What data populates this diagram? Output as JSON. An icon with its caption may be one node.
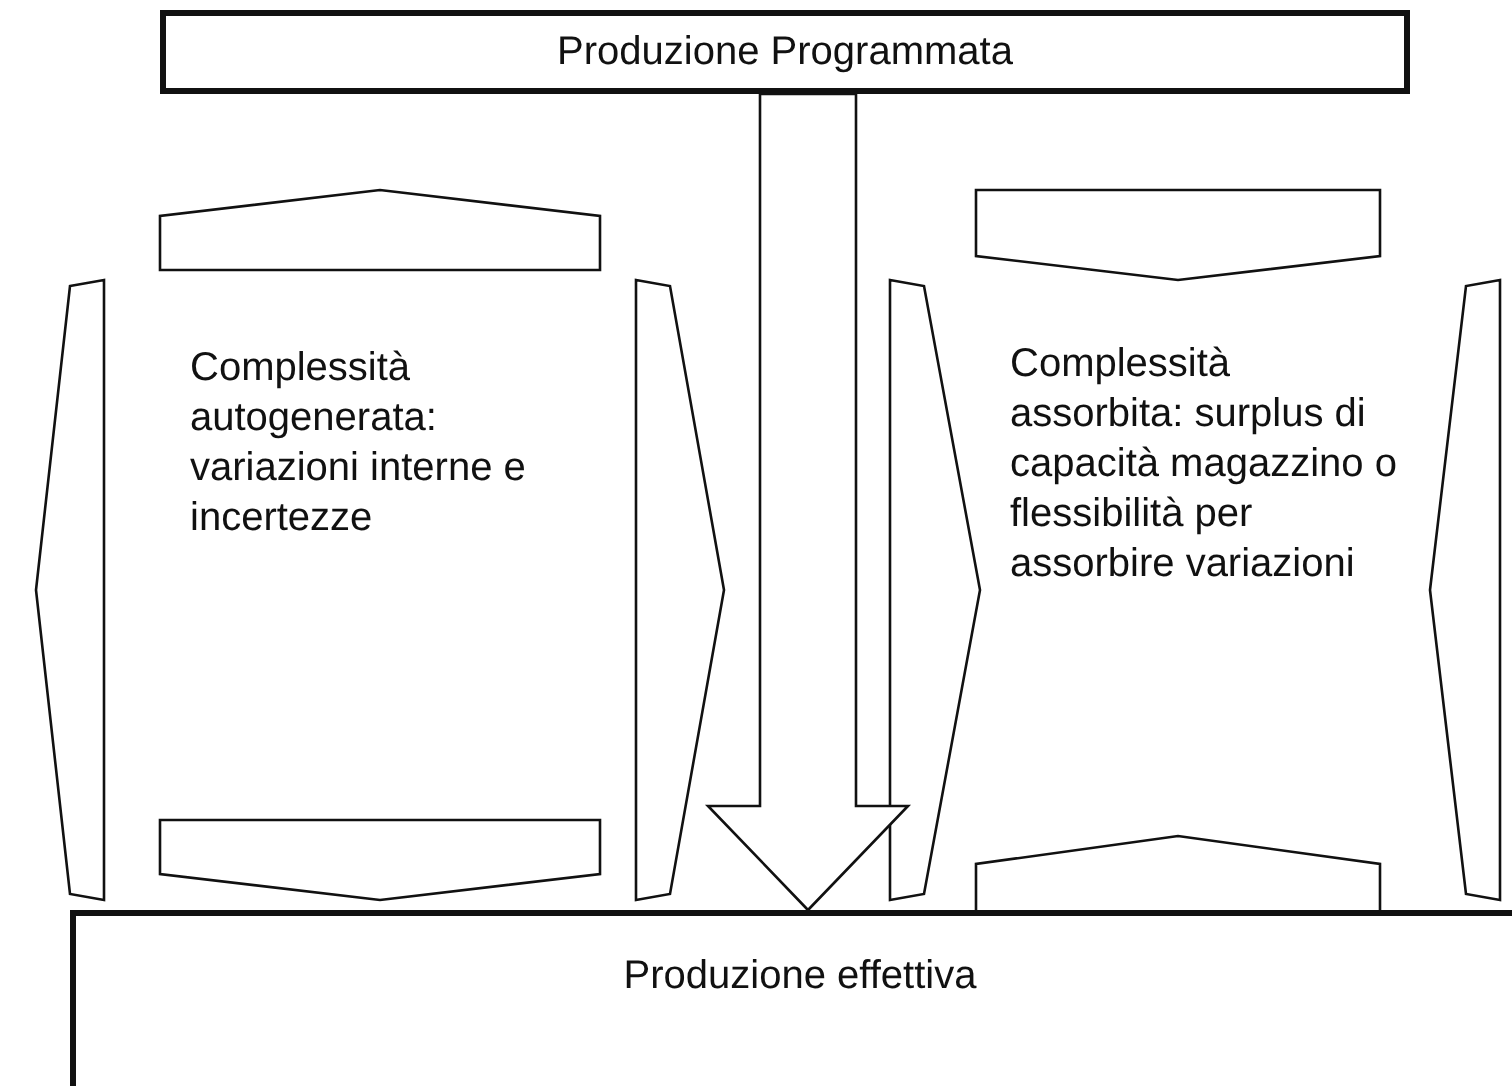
{
  "diagram": {
    "nodes": [
      {
        "text": [
          "Produzione Programmata"
        ]
      },
      {
        "text": [
          "Produzione effettiva"
        ]
      },
      {
        "text": [
          "Complessità autogenerata: variazioni interne e incertezze"
        ]
      },
      {
        "text": [
          "Complessità assorbita: surplus di capacità magazzino o flessibilità per assorbire variazioni"
        ]
      }
    ],
    "edges": [
      {
        "from": 0,
        "to": 1,
        "arrow": "to",
        "style": "thick"
      }
    ]
  }
}
